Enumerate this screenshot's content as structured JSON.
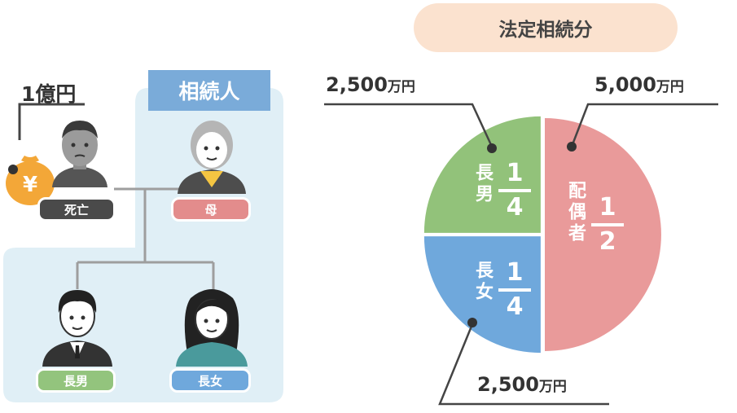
{
  "estate": {
    "amount": "1億円"
  },
  "heirs_group": {
    "title": "相続人"
  },
  "people": {
    "deceased": {
      "label": "死亡"
    },
    "mother": {
      "label": "母"
    },
    "son": {
      "label": "長男"
    },
    "daughter": {
      "label": "長女"
    }
  },
  "chart_title": "法定相続分",
  "chart_data": {
    "type": "pie",
    "title": "法定相続分",
    "slices": [
      {
        "label": "配偶者",
        "fraction": "1/2",
        "value": 0.5,
        "amount_num": "5,000",
        "amount_unit": "万円",
        "color": "#e99a9a"
      },
      {
        "label": "長男",
        "fraction": "1/4",
        "value": 0.25,
        "amount_num": "2,500",
        "amount_unit": "万円",
        "color": "#92c27a"
      },
      {
        "label": "長女",
        "fraction": "1/4",
        "value": 0.25,
        "amount_num": "2,500",
        "amount_unit": "万円",
        "color": "#6fa8dc"
      }
    ]
  },
  "colors": {
    "heir_area": "#e0eff6",
    "deceased_badge": "#4a4a4a",
    "mother_badge": "#e38c8c",
    "son_badge": "#93c47d",
    "daughter_badge": "#6fa8dc",
    "yen_bag": "#f3a738"
  },
  "icons": [
    "yen-bag-icon",
    "elderly-man-icon",
    "elderly-woman-icon",
    "young-man-icon",
    "young-woman-icon"
  ]
}
